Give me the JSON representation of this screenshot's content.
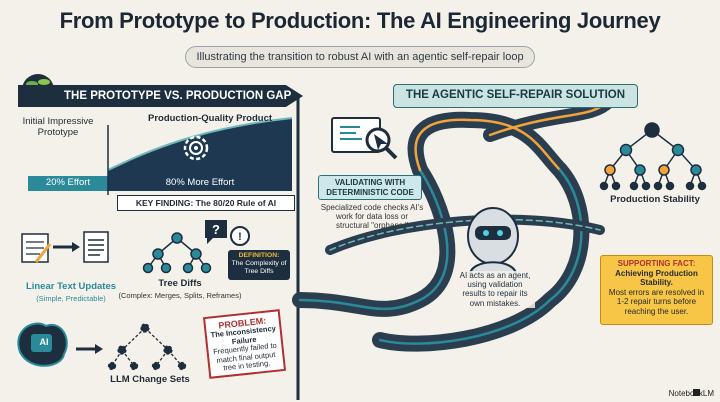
{
  "title": "From Prototype to Production: The AI Engineering Journey",
  "subtitle": "Illustrating the transition to robust AI with an agentic self-repair loop",
  "left_section": {
    "header": "THE PROTOTYPE VS. PRODUCTION GAP",
    "prototype_label": "Initial Impressive Prototype",
    "product_label": "Production-Quality Product",
    "effort_20": "20% Effort",
    "effort_80": "80% More Effort",
    "key_finding": "KEY FINDING: The 80/20 Rule of AI",
    "linear_title": "Linear Text Updates",
    "linear_sub": "(Simple, Predictable)",
    "tree_title": "Tree Diffs",
    "tree_sub": "(Complex: Merges, Splits, Reframes)",
    "definition_title": "DEFINITION:",
    "definition_text": "The Complexity of Tree Diffs",
    "problem_title": "PROBLEM:",
    "problem_sub": "The Inconsistency Failure",
    "problem_text": "Frequently failed to match final output tree in testing.",
    "llm_label": "LLM Change Sets",
    "ai_chip": "AI"
  },
  "right_section": {
    "header": "THE AGENTIC SELF-REPAIR SOLUTION",
    "validating_title": "VALIDATING WITH DETERMINISTIC CODE",
    "validating_text": "Specialized code checks AI's work for data loss or structural \"orphans.\"",
    "agent_text": "AI acts as an agent, using validation results to repair its own mistakes.",
    "stability_label": "Production Stability",
    "fact_title": "SUPPORTING FACT:",
    "fact_sub": "Achieving Production Stability.",
    "fact_text": "Most errors are resolved in 1-2 repair turns before reaching the user."
  },
  "brand": "NotebookLM",
  "colors": {
    "navy": "#1d2f3f",
    "teal": "#2a8a9a",
    "orange": "#f2a33a",
    "gold": "#f7c646",
    "red": "#b03030"
  }
}
